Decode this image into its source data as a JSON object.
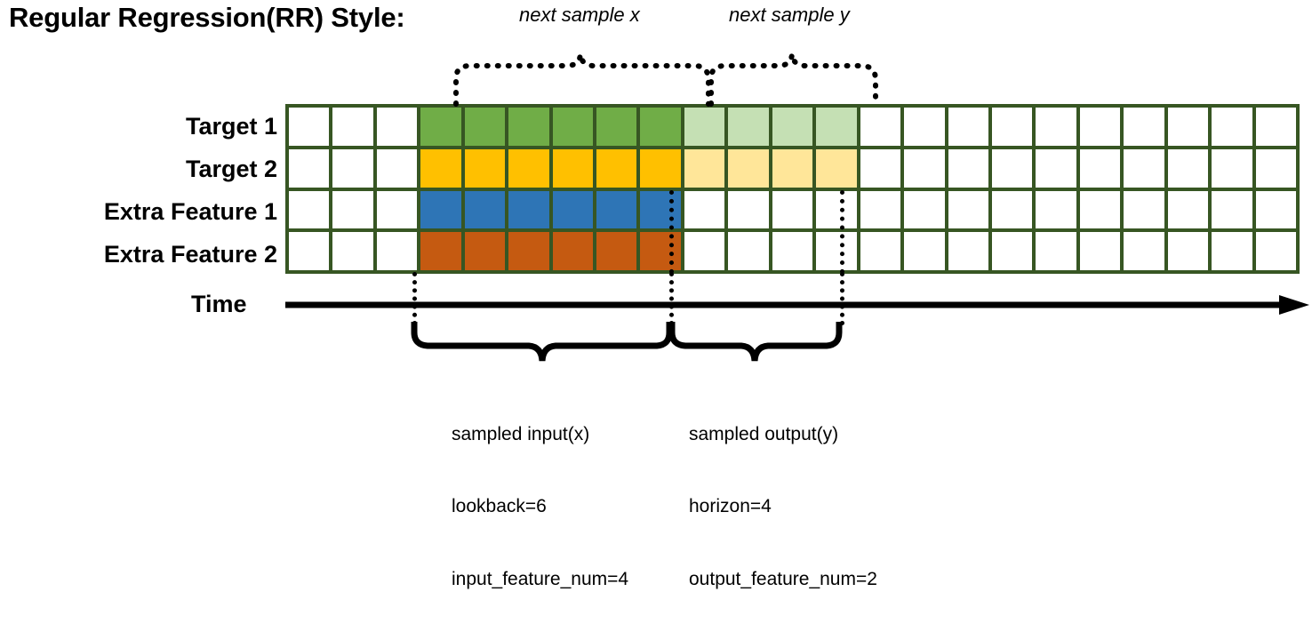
{
  "title": "Regular Regression(RR) Style:",
  "row_labels": [
    "Target 1",
    "Target 2",
    "Extra Feature 1",
    "Extra Feature 2"
  ],
  "time_axis": {
    "label": "Time",
    "arrow_icon": "right-arrow-icon"
  },
  "annotations": {
    "next_sample_x": "next sample x",
    "next_sample_y": "next sample y"
  },
  "captions": {
    "input": {
      "line1": "sampled input(x)",
      "line2": "lookback=6",
      "line3": "input_feature_num=4"
    },
    "output": {
      "line1": "sampled output(y)",
      "line2": "horizon=4",
      "line3": "output_feature_num=2"
    }
  },
  "grid": {
    "columns": 23,
    "rows": 4,
    "border_color": "#375623",
    "empty_color": "#ffffff",
    "input_start_col": 3,
    "input_length": 6,
    "output_start_col": 9,
    "output_length": 4,
    "row_colors": [
      {
        "name": "target-1",
        "strong": "#70AD47",
        "light": "#C5E0B4"
      },
      {
        "name": "target-2",
        "strong": "#FFC000",
        "light": "#FFE699"
      },
      {
        "name": "extra-feature-1",
        "strong": "#2E75B6",
        "light": null
      },
      {
        "name": "extra-feature-2",
        "strong": "#C55A11",
        "light": null
      }
    ]
  },
  "colors": {
    "grid_border": "#375623",
    "green": "#70AD47",
    "green_light": "#C5E0B4",
    "gold": "#FFC000",
    "gold_light": "#FFE699",
    "blue": "#2E75B6",
    "orange": "#C55A11",
    "ink": "#000000"
  }
}
